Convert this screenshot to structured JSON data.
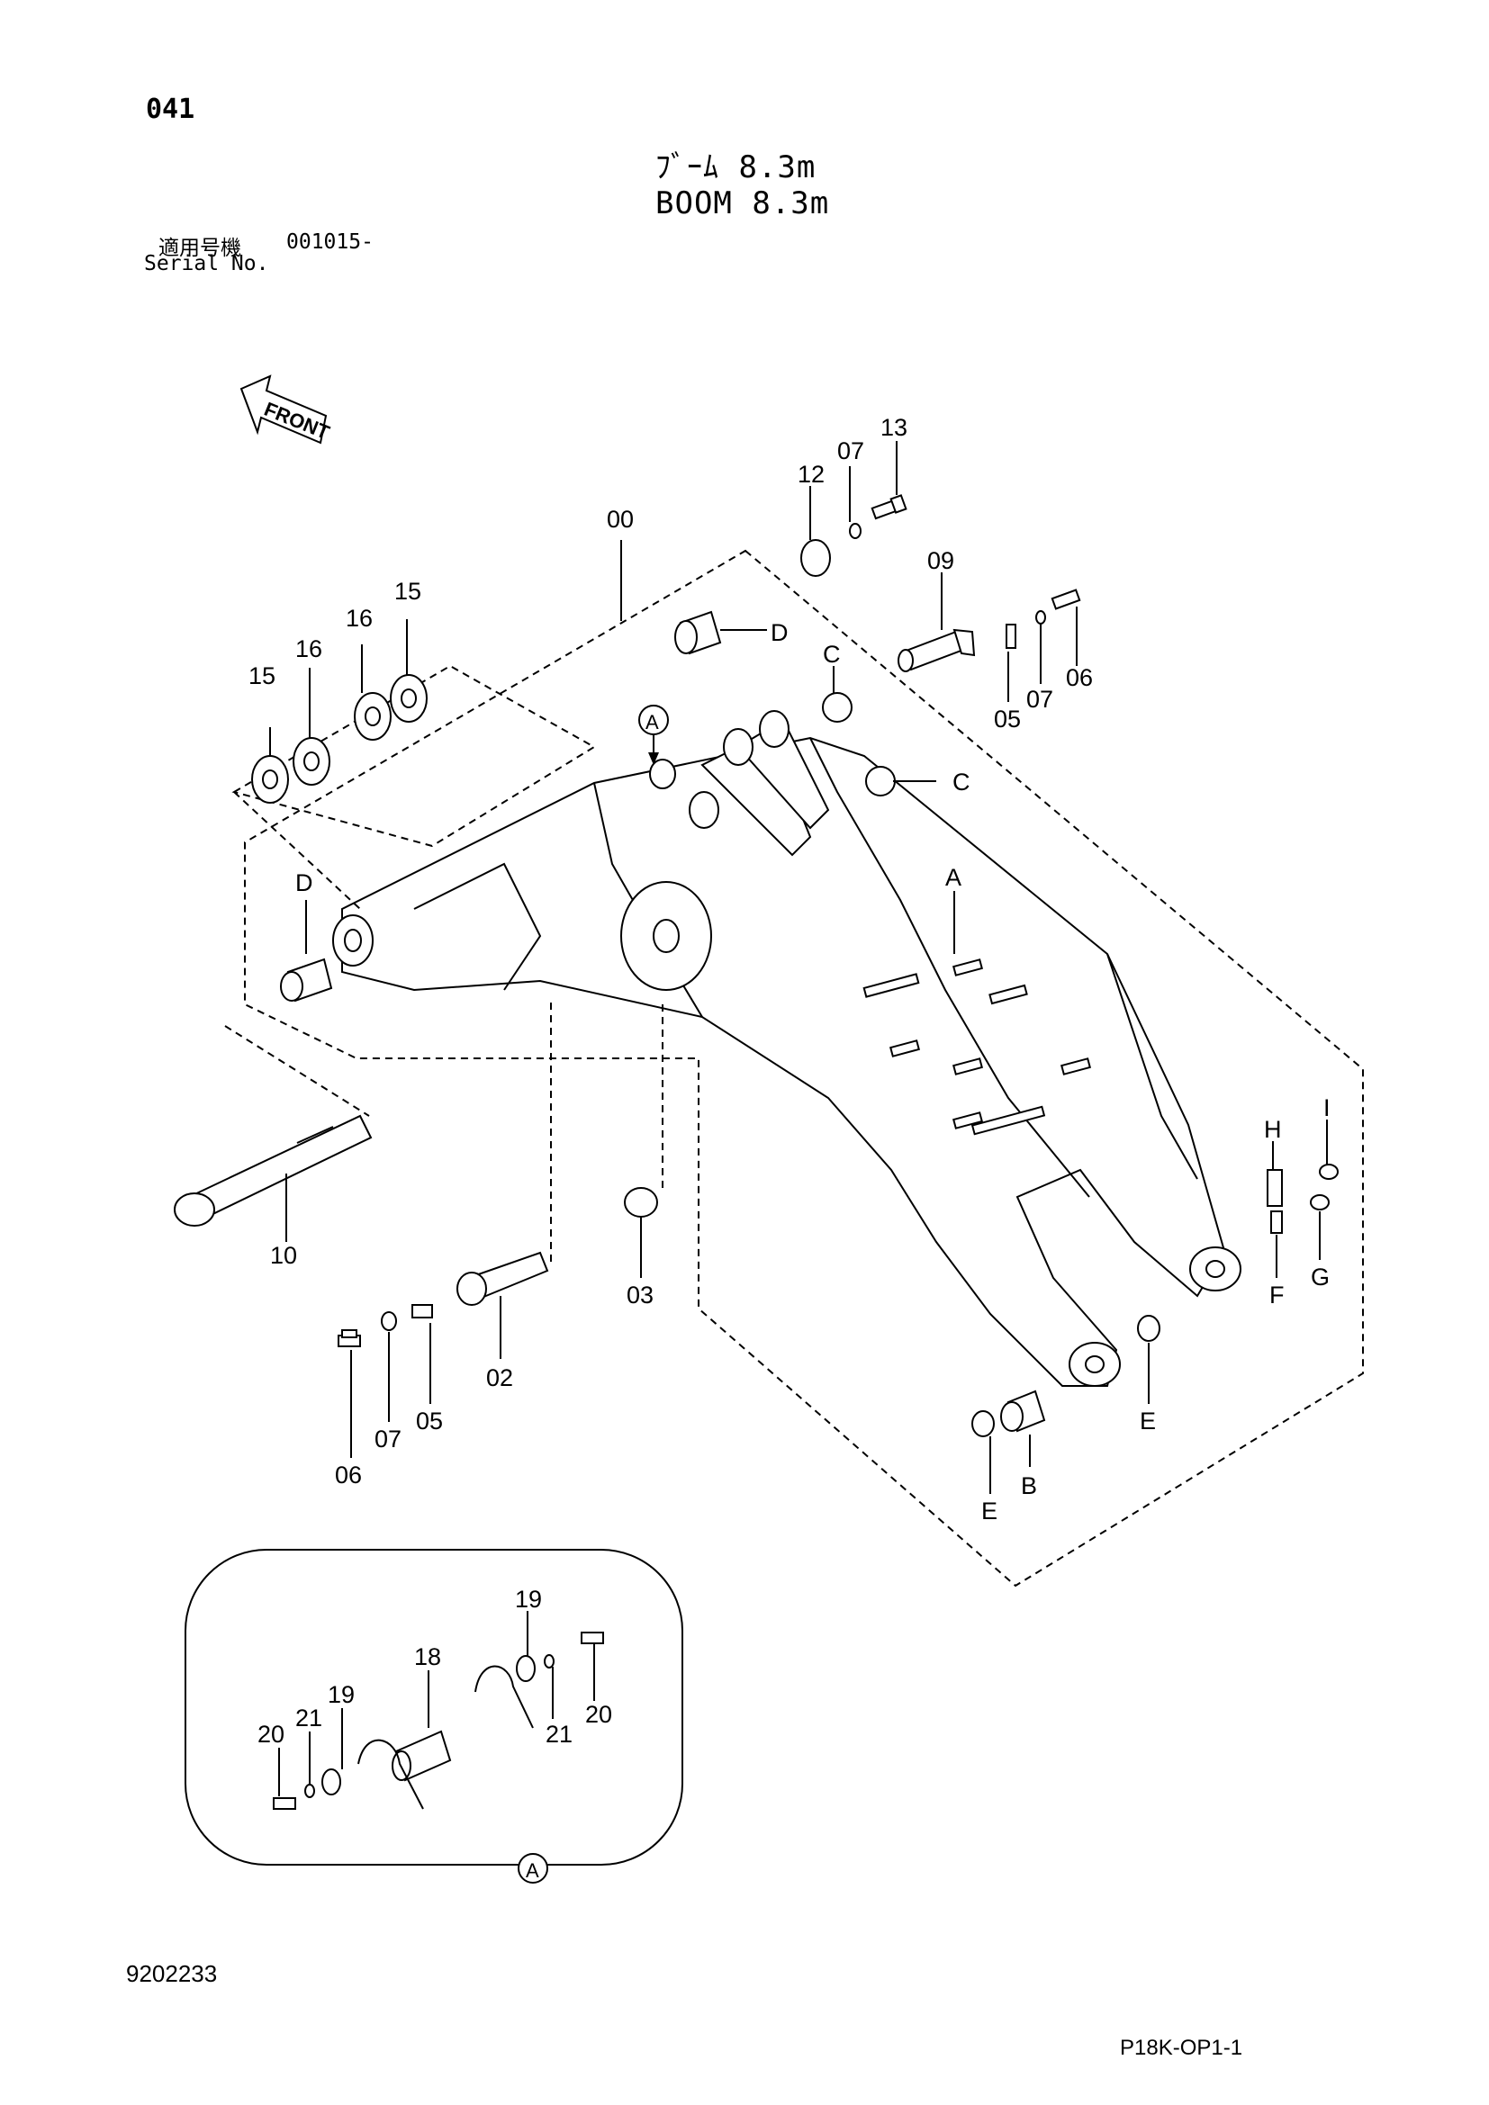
{
  "header": {
    "page_number": "041",
    "title_jp": "ﾌﾞｰﾑ 8.3m",
    "title_en": "BOOM 8.3m",
    "serial_label_jp": "適用号機",
    "serial_value": "001015-",
    "serial_label_en": "Serial No."
  },
  "diagram": {
    "front_label": "FRONT",
    "callouts": {
      "c00": "00",
      "c02": "02",
      "c03": "03",
      "c05a": "05",
      "c05b": "05",
      "c06a": "06",
      "c06b": "06",
      "c07a": "07",
      "c07b": "07",
      "c07c": "07",
      "c09": "09",
      "c10": "10",
      "c12": "12",
      "c13": "13",
      "c15a": "15",
      "c15b": "15",
      "c16a": "16",
      "c16b": "16",
      "c18": "18",
      "c19a": "19",
      "c19b": "19",
      "c20a": "20",
      "c20b": "20",
      "c21a": "21",
      "c21b": "21",
      "cA": "A",
      "cB": "B",
      "cC1": "C",
      "cC2": "C",
      "cD1": "D",
      "cD2": "D",
      "cE1": "E",
      "cE2": "E",
      "cF": "F",
      "cG": "G",
      "cH": "H",
      "cI": "I",
      "detailRef": "A",
      "detailLabel": "A"
    }
  },
  "footer": {
    "document_id": "9202233",
    "page_code": "P18K-OP1-1"
  }
}
